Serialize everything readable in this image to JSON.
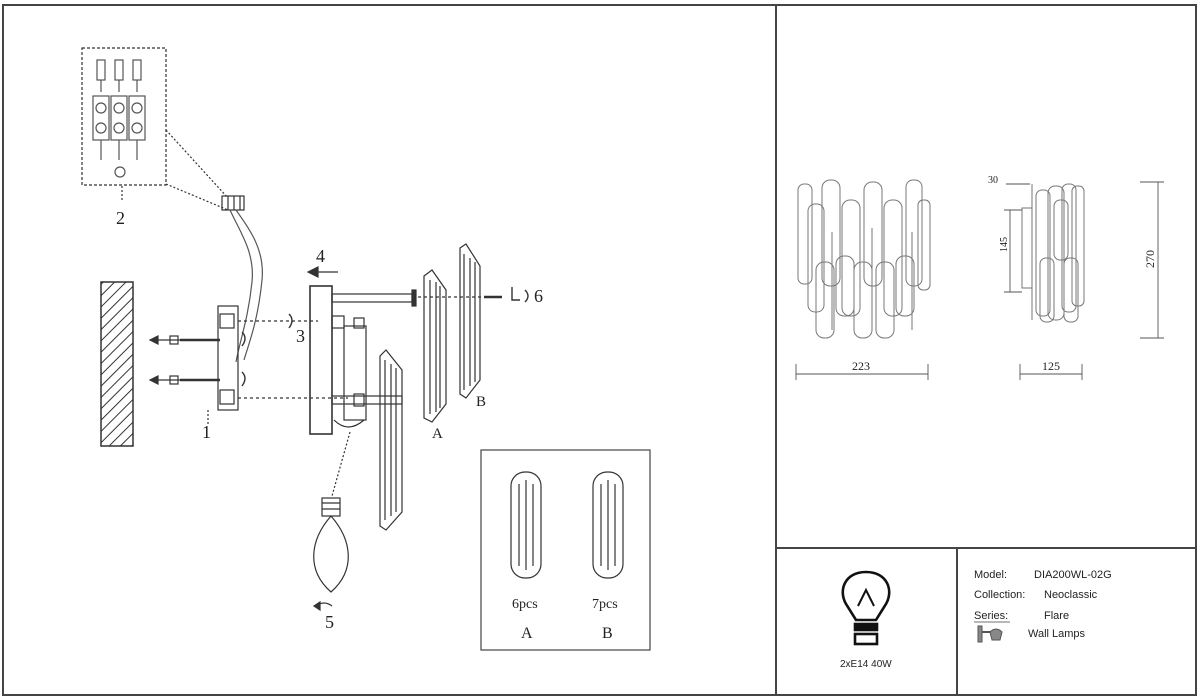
{
  "assembly": {
    "callouts": {
      "c1": "1",
      "c2": "2",
      "c3": "3",
      "c4": "4",
      "c5": "5",
      "c6": "6"
    },
    "glass_labels": {
      "a": "A",
      "b": "B"
    },
    "parts_box": {
      "part_a": {
        "qty": "6pcs",
        "label": "A"
      },
      "part_b": {
        "qty": "7pcs",
        "label": "B"
      }
    }
  },
  "dimensions": {
    "front_width": "223",
    "side_depth": "125",
    "height": "270",
    "backplate_height": "145",
    "backplate_offset": "30"
  },
  "bulb": {
    "spec": "2xE14 40W"
  },
  "info": {
    "model_label": "Model:",
    "model_value": "DIA200WL-02G",
    "collection_label": "Collection:",
    "collection_value": "Neoclassic",
    "series_label": "Series:",
    "series_value": "Flare",
    "type_value": "Wall Lamps"
  }
}
